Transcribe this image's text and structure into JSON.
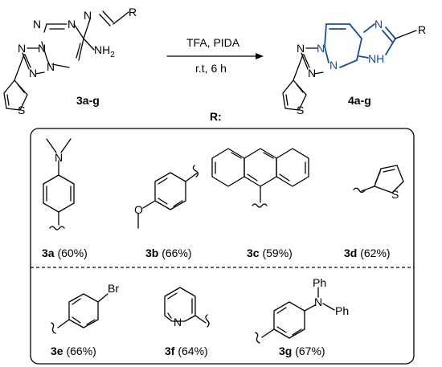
{
  "reaction": {
    "reagents": "TFA, PIDA",
    "conditions": "r.t, 6 h",
    "starting_material": "3a-g",
    "product": "4a-g",
    "r_header": "R:"
  },
  "atoms": {
    "N": "N",
    "S": "S",
    "R": "R",
    "NH2": "NH",
    "NH2_sub": "2",
    "NH": "NH",
    "O": "O",
    "Br": "Br",
    "Ph": "Ph"
  },
  "substituents": [
    {
      "id": "3a",
      "yield": " (60%)"
    },
    {
      "id": "3b",
      "yield": " (66%)"
    },
    {
      "id": "3c",
      "yield": " (59%)"
    },
    {
      "id": "3d",
      "yield": " (62%)"
    },
    {
      "id": "3e",
      "yield": " (66%)"
    },
    {
      "id": "3f",
      "yield": " (64%)"
    },
    {
      "id": "3g",
      "yield": " (67%)"
    }
  ],
  "colors": {
    "highlight": "#1b4f8f",
    "line": "#000000"
  }
}
